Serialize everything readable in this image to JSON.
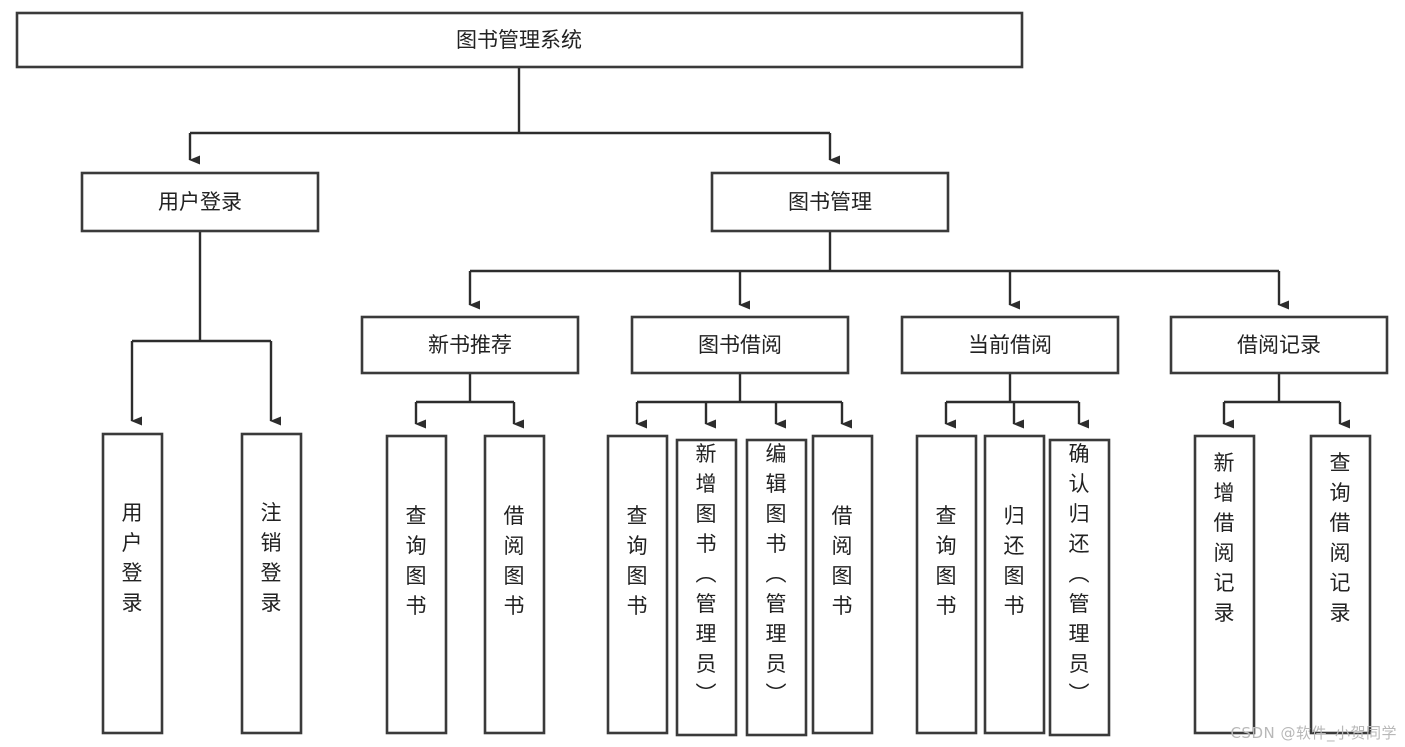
{
  "diagram": {
    "kind": "functional-decomposition-tree",
    "title": "图书管理系统",
    "watermark": "CSDN @软件_小贺同学",
    "colors": {
      "background": "#ffffff",
      "box_stroke": "#3a3a3a",
      "box_fill": "#ffffff",
      "edge": "#2d2d2d",
      "text": "#222222",
      "watermark": "#b8b8b8"
    },
    "levels": [
      {
        "level": 1,
        "nodes": [
          {
            "id": "root",
            "label": "图书管理系统",
            "orientation": "horizontal"
          }
        ]
      },
      {
        "level": 2,
        "nodes": [
          {
            "id": "login",
            "label": "用户登录",
            "orientation": "horizontal",
            "parent": "root"
          },
          {
            "id": "bookmgmt",
            "label": "图书管理",
            "orientation": "horizontal",
            "parent": "root"
          }
        ]
      },
      {
        "level": 3,
        "nodes": [
          {
            "id": "newbook",
            "label": "新书推荐",
            "orientation": "horizontal",
            "parent": "bookmgmt"
          },
          {
            "id": "borrow",
            "label": "图书借阅",
            "orientation": "horizontal",
            "parent": "bookmgmt"
          },
          {
            "id": "current",
            "label": "当前借阅",
            "orientation": "horizontal",
            "parent": "bookmgmt"
          },
          {
            "id": "records",
            "label": "借阅记录",
            "orientation": "horizontal",
            "parent": "bookmgmt"
          }
        ]
      },
      {
        "level": 4,
        "nodes": [
          {
            "id": "leaf-login-1",
            "label": "用户登录",
            "orientation": "vertical",
            "parent": "login"
          },
          {
            "id": "leaf-login-2",
            "label": "注销登录",
            "orientation": "vertical",
            "parent": "login"
          },
          {
            "id": "leaf-newbook-1",
            "label": "查询图书",
            "orientation": "vertical",
            "parent": "newbook"
          },
          {
            "id": "leaf-newbook-2",
            "label": "借阅图书",
            "orientation": "vertical",
            "parent": "newbook"
          },
          {
            "id": "leaf-borrow-1",
            "label": "查询图书",
            "orientation": "vertical",
            "parent": "borrow"
          },
          {
            "id": "leaf-borrow-2",
            "label": "新增图书（管理员）",
            "orientation": "vertical",
            "parent": "borrow"
          },
          {
            "id": "leaf-borrow-3",
            "label": "编辑图书（管理员）",
            "orientation": "vertical",
            "parent": "borrow"
          },
          {
            "id": "leaf-borrow-4",
            "label": "借阅图书",
            "orientation": "vertical",
            "parent": "borrow"
          },
          {
            "id": "leaf-current-1",
            "label": "查询图书",
            "orientation": "vertical",
            "parent": "current"
          },
          {
            "id": "leaf-current-2",
            "label": "归还图书",
            "orientation": "vertical",
            "parent": "current"
          },
          {
            "id": "leaf-current-3",
            "label": "确认归还（管理员）",
            "orientation": "vertical",
            "parent": "current"
          },
          {
            "id": "leaf-records-1",
            "label": "新增借阅记录",
            "orientation": "vertical",
            "parent": "records"
          },
          {
            "id": "leaf-records-2",
            "label": "查询借阅记录",
            "orientation": "vertical",
            "parent": "records"
          }
        ]
      }
    ],
    "node_labels": {
      "root": "图书管理系统",
      "login": "用户登录",
      "bookmgmt": "图书管理",
      "newbook": "新书推荐",
      "borrow": "图书借阅",
      "current": "当前借阅",
      "records": "借阅记录",
      "leaf_login_1": "用户登录",
      "leaf_login_2": "注销登录",
      "leaf_newbook_1": "查询图书",
      "leaf_newbook_2": "借阅图书",
      "leaf_borrow_1": "查询图书",
      "leaf_borrow_2": "新增图书（管理员）",
      "leaf_borrow_3": "编辑图书（管理员）",
      "leaf_borrow_4": "借阅图书",
      "leaf_current_1": "查询图书",
      "leaf_current_2": "归还图书",
      "leaf_current_3": "确认归还（管理员）",
      "leaf_records_1": "新增借阅记录",
      "leaf_records_2": "查询借阅记录"
    }
  }
}
